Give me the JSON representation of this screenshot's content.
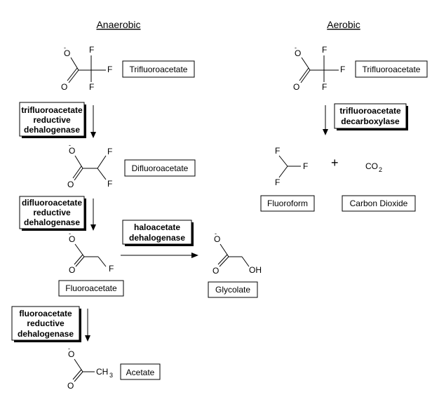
{
  "headings": {
    "anaerobic": "Anaerobic",
    "aerobic": "Aerobic"
  },
  "compounds": {
    "trifluoroacetate": "Trifluoroacetate",
    "difluoroacetate": "Difluoroacetate",
    "fluoroacetate": "Fluoroacetate",
    "glycolate": "Glycolate",
    "acetate": "Acetate",
    "fluoroform": "Fluoroform",
    "carbon_dioxide": "Carbon Dioxide"
  },
  "enzymes": {
    "trifluoroacetate_reductive_dehalogenase": [
      "trifluoroacetate",
      "reductive",
      "dehalogenase"
    ],
    "difluoroacetate_reductive_dehalogenase": [
      "difluoroacetate",
      "reductive",
      "dehalogenase"
    ],
    "haloacetate_dehalogenase": [
      "haloacetate",
      "dehalogenase"
    ],
    "fluoroacetate_reductive_dehalogenase": [
      "fluoroacetate",
      "reductive",
      "dehalogenase"
    ],
    "trifluoroacetate_decarboxylase": [
      "trifluoroacetate",
      "decarboxylase"
    ]
  },
  "atoms": {
    "O": "O",
    "O_minus": "-",
    "F": "F",
    "OH": "OH",
    "CH": "CH",
    "three": "3",
    "CO": "CO",
    "two": "2",
    "plus": "+"
  }
}
